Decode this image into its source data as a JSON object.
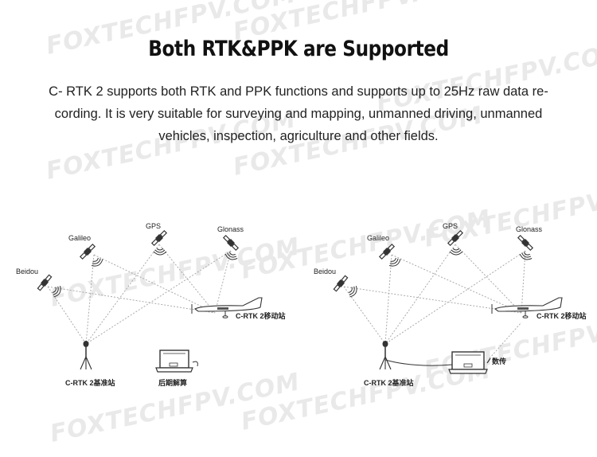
{
  "watermark": "FOXTECHFPV.COM",
  "headline": "Both RTK&PPK are Supported",
  "description": "C- RTK 2 supports both RTK and PPK functions and supports up to 25Hz raw data re-cording. It is very suitable for surveying and mapping, unmanned driving, unmanned vehicles, inspection, agriculture and other fields.",
  "ppk_diagram": {
    "satellites": {
      "beidou": "Beidou",
      "galileo": "Galileo",
      "gps": "GPS",
      "glonass": "Glonass"
    },
    "rover_label": "C-RTK 2移动站",
    "base_label": "C-RTK 2基准站",
    "laptop_label": "后期解算"
  },
  "rtk_diagram": {
    "satellites": {
      "beidou": "Beidou",
      "galileo": "Galileo",
      "gps": "GPS",
      "glonass": "Glonass"
    },
    "rover_label": "C-RTK 2移动站",
    "base_label": "C-RTK 2基准站",
    "datalink_label": "数传"
  }
}
